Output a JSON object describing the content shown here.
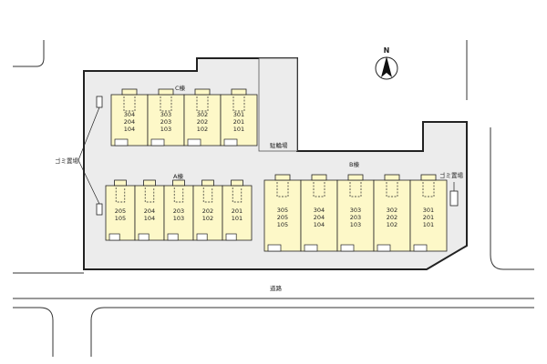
{
  "labels": {
    "compass": "N",
    "building_c": "C棟",
    "building_a": "A棟",
    "building_b": "B棟",
    "bicycle_parking": "駐輪場",
    "garbage_left": "ゴミ置場",
    "garbage_right": "ゴミ置場",
    "road": "道路"
  },
  "buildings": {
    "c": {
      "units": [
        [
          "304",
          "204",
          "104"
        ],
        [
          "303",
          "203",
          "103"
        ],
        [
          "302",
          "202",
          "102"
        ],
        [
          "301",
          "201",
          "101"
        ]
      ]
    },
    "a": {
      "units": [
        [
          "205",
          "105"
        ],
        [
          "204",
          "104"
        ],
        [
          "203",
          "103"
        ],
        [
          "202",
          "102"
        ],
        [
          "201",
          "101"
        ]
      ]
    },
    "b": {
      "units": [
        [
          "305",
          "205",
          "105"
        ],
        [
          "304",
          "204",
          "104"
        ],
        [
          "303",
          "203",
          "103"
        ],
        [
          "302",
          "202",
          "102"
        ],
        [
          "301",
          "201",
          "101"
        ]
      ]
    }
  },
  "colors": {
    "unit_fill": "#fdf8c8",
    "site_fill": "#ececec",
    "outline": "#222222"
  }
}
